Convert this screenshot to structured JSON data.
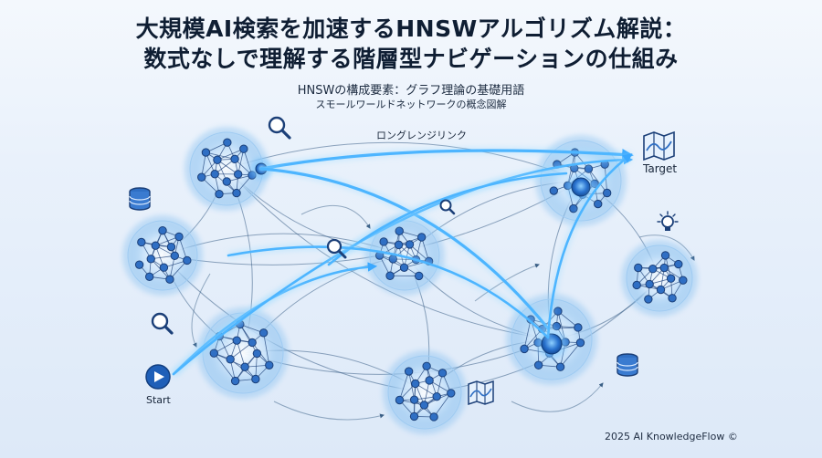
{
  "title_line1": "大規模AI検索を加速するHNSWアルゴリズム解説：",
  "title_line2": "数式なしで理解する階層型ナビゲーションの仕組み",
  "subtitle_line1": "HNSWの構成要素：グラフ理論の基礎用語",
  "subtitle_line2": "スモールワールドネットワークの概念図解",
  "long_range_link_label": "ロングレンジリンク",
  "target_label": "Target",
  "start_label": "Start",
  "footer": "2025 AI KnowledgeFlow ©",
  "colors": {
    "node_fill": "#2f6fc4",
    "node_stroke": "#1b3f78",
    "cluster_glow": "#8cc2f0",
    "link": "#3a5f86",
    "long_link": "#4db5ff"
  },
  "clusters": [
    {
      "id": "top-left"
    },
    {
      "id": "left"
    },
    {
      "id": "center"
    },
    {
      "id": "top-right-target"
    },
    {
      "id": "right"
    },
    {
      "id": "lower-center"
    },
    {
      "id": "bottom-left-start"
    },
    {
      "id": "bottom-center"
    }
  ],
  "icons": [
    "magnifier-icon",
    "database-icon",
    "map-icon",
    "lightbulb-icon",
    "play-icon"
  ]
}
